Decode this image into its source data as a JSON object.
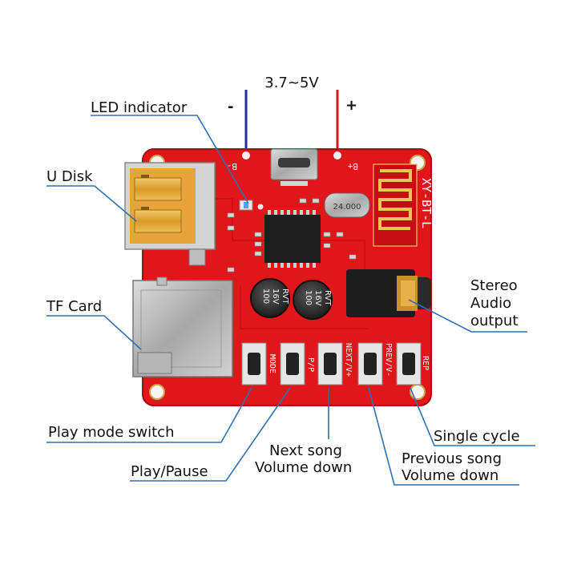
{
  "voltage": "3.7~5V",
  "polarity": {
    "negative": "-",
    "positive": "+"
  },
  "colors": {
    "board": "#e0161b",
    "board_dark": "#b50d10",
    "leader": "#2f6fb3",
    "wire_negative": "#1a2fa0",
    "wire_positive": "#d41a1a"
  },
  "labels": {
    "led_indicator": "LED indicator",
    "u_disk": "U Disk",
    "tf_card": "TF Card",
    "stereo_line1": "Stereo",
    "stereo_line2": "Audio",
    "stereo_line3": "output",
    "play_mode": "Play mode switch",
    "play_pause": "Play/Pause",
    "next_line1": "Next song",
    "next_line2": "Volume down",
    "single_cycle": "Single cycle",
    "prev_line1": "Previous song",
    "prev_line2": "Volume down"
  },
  "board": {
    "model": "XY-BT-L",
    "pad_negative": "B-",
    "pad_positive": "B+",
    "crystal": "24.000",
    "cap_value": "100",
    "cap_voltage": "16V",
    "cap_brand": "RVT",
    "btn_mode": "MODE",
    "btn_pp": "P/P",
    "btn_next": "NEXT/V+",
    "btn_prev": "PREV/V-",
    "btn_rep": "REP"
  }
}
